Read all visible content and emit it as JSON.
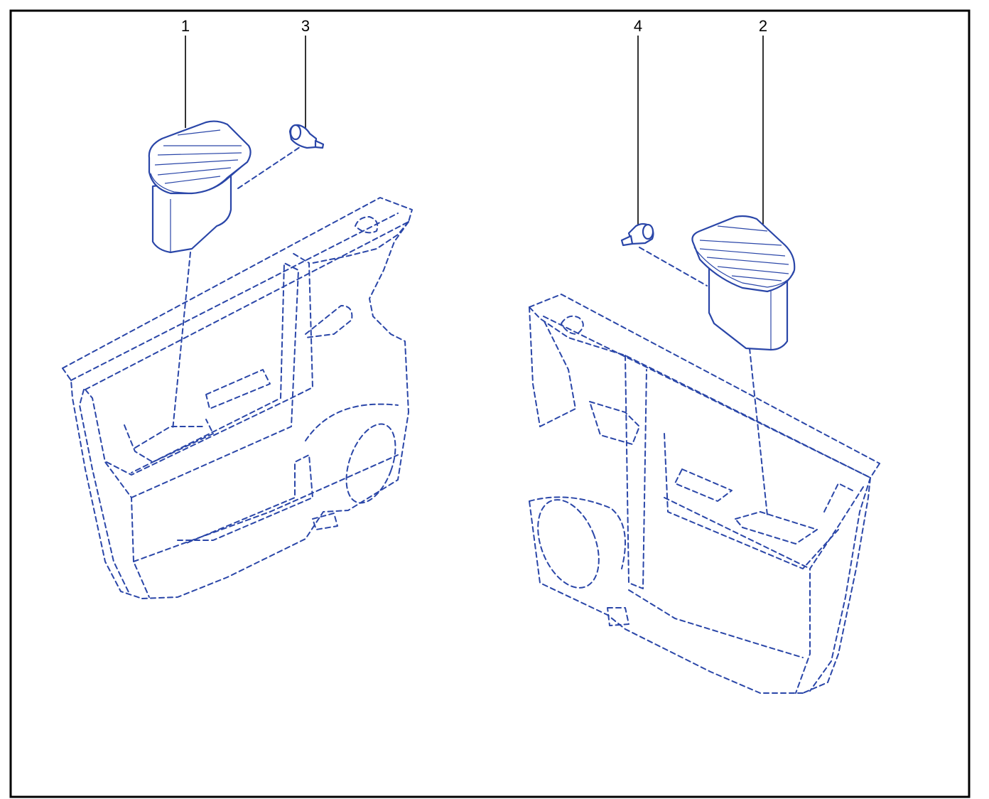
{
  "diagram": {
    "line_color": "#2a46a8",
    "frame_color": "#000000",
    "callouts": [
      {
        "id": "1",
        "label": "1"
      },
      {
        "id": "2",
        "label": "2"
      },
      {
        "id": "3",
        "label": "3"
      },
      {
        "id": "4",
        "label": "4"
      }
    ]
  }
}
